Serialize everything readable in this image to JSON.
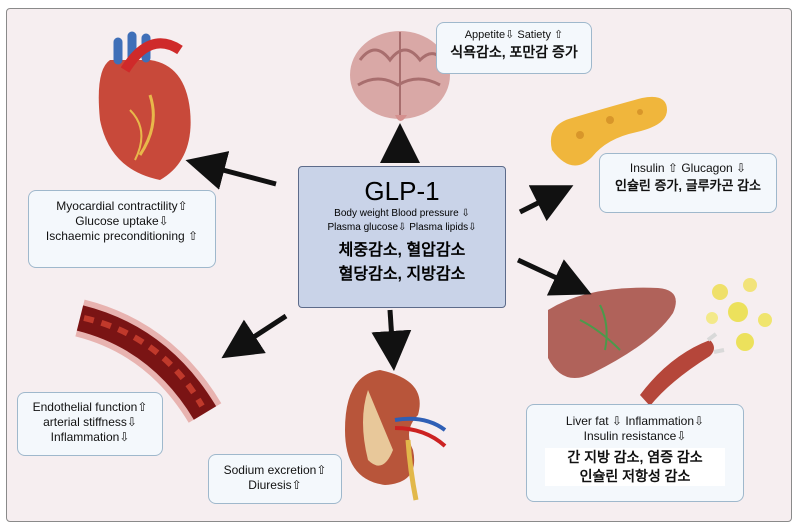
{
  "center": {
    "title": "GLP-1",
    "row1": "Body weight  Blood pressure ⇩",
    "row2": "Plasma glucose⇩  Plasma lipids⇩",
    "ko1": "체중감소, 혈압감소",
    "ko2": "혈당감소, 지방감소"
  },
  "brain": {
    "en": "Appetite⇩ Satiety ⇧",
    "ko": "식욕감소, 포만감 증가"
  },
  "pancreas": {
    "en": "Insulin ⇧ Glucagon ⇩",
    "ko": "인슐린 증가, 글루카곤 감소"
  },
  "heart": {
    "line1": "Myocardial contractility⇧",
    "line2": "Glucose uptake⇩",
    "line3": "Ischaemic preconditioning ⇧"
  },
  "vessel": {
    "line1": "Endothelial function⇧",
    "line2": "arterial stiffness⇩",
    "line3": "Inflammation⇩"
  },
  "kidney": {
    "line1": "Sodium excretion⇧",
    "line2": "Diuresis⇧"
  },
  "liver": {
    "line1": "Liver fat ⇩ Inflammation⇩",
    "line2": "Insulin resistance⇩",
    "ko1": "간 지방 감소, 염증 감소",
    "ko2": "인슐린 저항성 감소"
  },
  "colors": {
    "center_fill": "#c9d3e8",
    "box_border": "#9fb8cc",
    "arrow": "#111111",
    "background": "#f6eef0"
  }
}
